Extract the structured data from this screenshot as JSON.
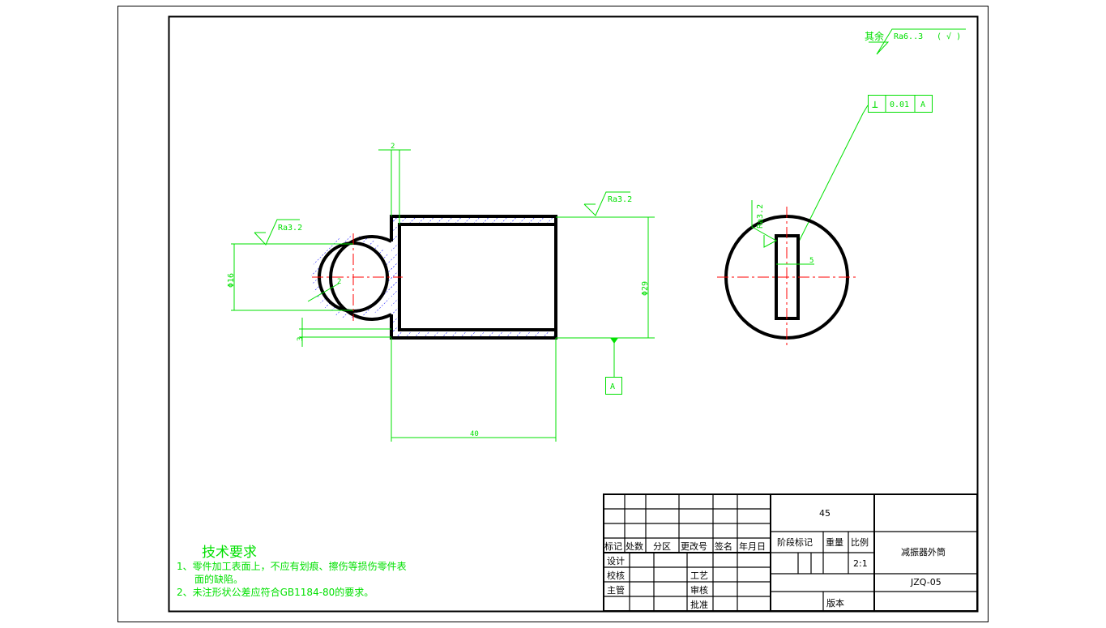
{
  "drawing": {
    "roughness_other": {
      "label": "其余",
      "value": "Ra6..3",
      "suffix": "( √ )"
    },
    "tolerance_frame": {
      "symbol": "⊥",
      "value": "0.01",
      "datum": "A"
    },
    "roughness_left": "Ra3.2",
    "roughness_top": "Ra3.2",
    "roughness_right_view": "Ra3.2",
    "dims": {
      "wall": "2",
      "diameter_small": "Φ16",
      "thickness_small": "2",
      "offset": "3",
      "diameter_large": "Φ29",
      "length": "40",
      "slot": "5"
    },
    "datum_label": "A"
  },
  "tech_requirements": {
    "title": "技术要求",
    "items": [
      "1、零件加工表面上，不应有划痕、擦伤等损伤零件表",
      "面的缺陷。",
      "2、未注形状公差应符合GB1184-80的要求。"
    ]
  },
  "title_block": {
    "headers": [
      "标记",
      "处数",
      "分区",
      "更改号",
      "签名",
      "年月日"
    ],
    "roles": [
      "设计",
      "校核",
      "主管"
    ],
    "roles2": [
      "工艺",
      "审核",
      "批准"
    ],
    "material": "45",
    "stage_label": "阶段标记",
    "weight_label": "重量",
    "scale_label": "比例",
    "scale": "2:1",
    "part_name": "减振器外筒",
    "drawing_no": "JZQ-05",
    "version_label": "版本"
  },
  "colors": {
    "dimension": "#00e000",
    "centerline": "#ff0000",
    "hatch": "#0000ff",
    "outline": "#000000"
  }
}
